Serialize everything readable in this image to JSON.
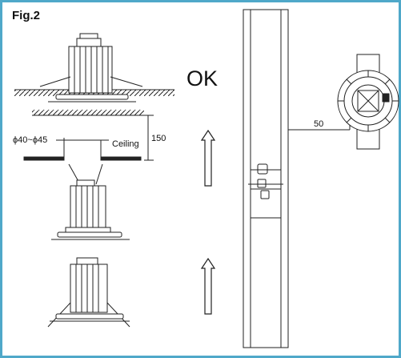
{
  "figure": {
    "label": "Fig.2",
    "ok_label": "OK",
    "ceiling_label": "Ceiling",
    "diameter_label": "ϕ40~ϕ45",
    "height_dim": "150",
    "distance_dim": "50"
  },
  "colors": {
    "frame_border": "#4fa8c9",
    "line": "#222222"
  }
}
